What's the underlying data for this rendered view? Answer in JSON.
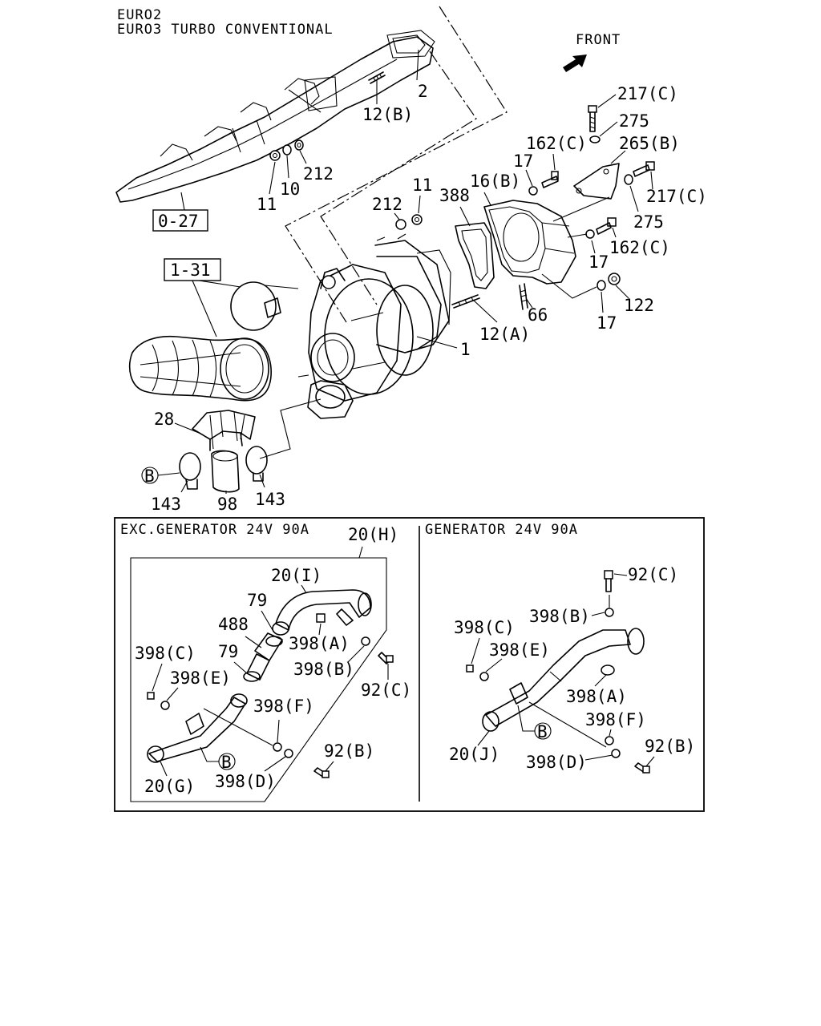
{
  "header": {
    "line1": "EURO2",
    "line2": "EURO3 TURBO CONVENTIONAL"
  },
  "front": {
    "label": "FRONT"
  },
  "refs": {
    "manifold": "0-27",
    "intake": "1-31"
  },
  "labels_top": {
    "l2": "2",
    "l12b": "12(B)",
    "l11a": "11",
    "l10": "10",
    "l212a": "212",
    "l217c_top": "217(C)",
    "l275_top": "275",
    "l265b": "265(B)",
    "l162c_top": "162(C)",
    "l17_top": "17",
    "l217c_right": "217(C)",
    "l275_right": "275",
    "l212b": "212",
    "l11b": "11",
    "l388": "388",
    "l16b": "16(B)",
    "l162c_mid": "162(C)",
    "l17_mid": "17",
    "l66": "66",
    "l12a": "12(A)",
    "l122": "122",
    "l17_bot": "17",
    "l1": "1",
    "l28": "28",
    "lB": "B",
    "l143a": "143",
    "l98": "98",
    "l143b": "143"
  },
  "panel_left": {
    "title": "EXC.GENERATOR 24V 90A",
    "l20h": "20(H)",
    "l20i": "20(I)",
    "l79a": "79",
    "l488": "488",
    "l79b": "79",
    "l398a": "398(A)",
    "l398b": "398(B)",
    "l92c": "92(C)",
    "l398c": "398(C)",
    "l398e": "398(E)",
    "l398f": "398(F)",
    "lB": "B",
    "l92b": "92(B)",
    "l20g": "20(G)",
    "l398d": "398(D)"
  },
  "panel_right": {
    "title": "GENERATOR 24V 90A",
    "l92c": "92(C)",
    "l398b": "398(B)",
    "l398c": "398(C)",
    "l398e": "398(E)",
    "l398a": "398(A)",
    "l398f": "398(F)",
    "lB": "B",
    "l92b": "92(B)",
    "l20j": "20(J)",
    "l398d": "398(D)"
  }
}
